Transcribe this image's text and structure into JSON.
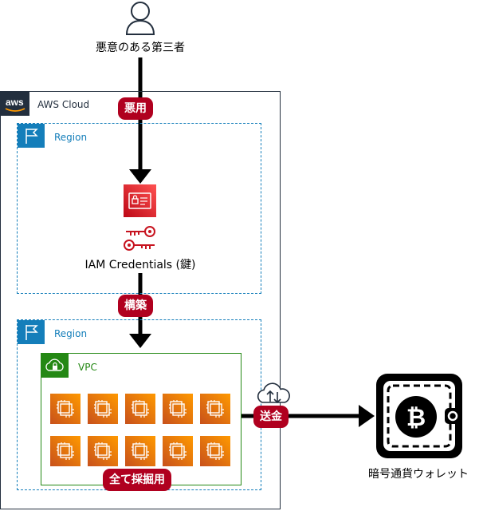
{
  "attacker": {
    "label": "悪意のある第三者",
    "icon": "user-icon"
  },
  "aws_cloud": {
    "title": "AWS Cloud",
    "logo": "aws-logo"
  },
  "region_top": {
    "title": "Region",
    "icon": "flag-icon"
  },
  "region_bottom": {
    "title": "Region",
    "icon": "flag-icon"
  },
  "iam": {
    "label": "IAM Credentials (鍵)",
    "icons": [
      "iam-credential-card-icon",
      "iam-keys-icon"
    ]
  },
  "vpc": {
    "title": "VPC",
    "icon": "vpc-cloud-lock-icon"
  },
  "ec2": {
    "rows": 2,
    "cols": 5,
    "icon": "ec2-instance-icon"
  },
  "badges": {
    "misuse": "悪用",
    "build": "構築",
    "mine_all": "全て採掘用",
    "send": "送金"
  },
  "internet": {
    "icon": "internet-cloud-icon"
  },
  "wallet": {
    "label": "暗号通貨ウォレット",
    "icon": "bitcoin-wallet-icon"
  },
  "colors": {
    "badge": "#b0001f",
    "region": "#147eba",
    "vpc": "#248814",
    "ec2": "#ed7100",
    "iam": "#dd344c",
    "aws": "#232f3e"
  }
}
